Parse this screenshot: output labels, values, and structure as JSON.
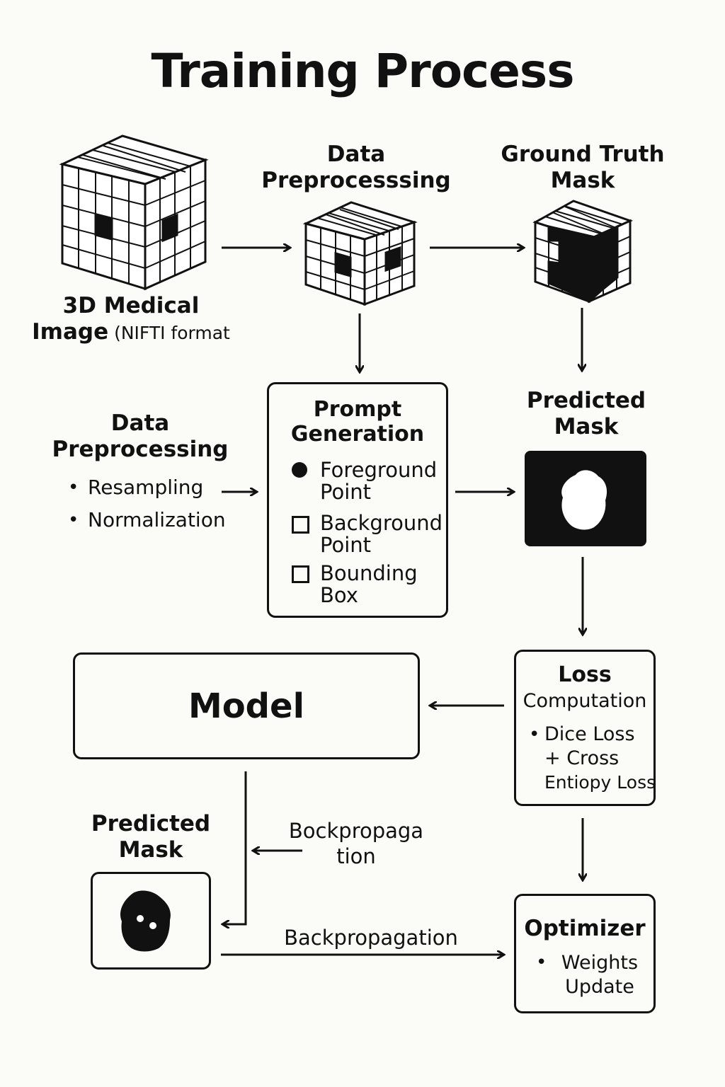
{
  "title": "Training Process",
  "input_image": {
    "label_line1": "3D Medical",
    "label_line2_bold": "Image",
    "label_line2_rest": " (NIFTI format"
  },
  "top_preprocessing": {
    "label_line1": "Data",
    "label_line2": "Preprocesssing"
  },
  "ground_truth": {
    "label_line1": "Ground Truth",
    "label_line2": "Mask"
  },
  "side_preprocessing": {
    "title_line1": "Data",
    "title_line2": "Preprocessing",
    "items": [
      "Resampling",
      "Normalization"
    ]
  },
  "prompt_generation": {
    "title_line1": "Prompt",
    "title_line2": "Generation",
    "items": [
      {
        "line1": "Foreground",
        "line2": "Point",
        "icon": "filled-circle"
      },
      {
        "line1": "Background",
        "line2": "Point",
        "icon": "empty-square"
      },
      {
        "line1": "Bounding",
        "line2": "Box",
        "icon": "empty-square"
      }
    ]
  },
  "predicted_mask_top": {
    "label_line1": "Predicted",
    "label_line2": "Mask"
  },
  "loss": {
    "title": "Loss",
    "subtitle": "Computation",
    "item_line1": "Dice Loss",
    "item_line2": "+ Cross",
    "item_line3": "Entiopy Loss"
  },
  "model": {
    "label": "Model"
  },
  "predicted_mask_bottom": {
    "label_line1": "Predicted",
    "label_line2": "Mask"
  },
  "backprop_upper": {
    "line1": "Bοckpropaga",
    "line2": "tion"
  },
  "backprop_lower": "Backpropagation",
  "optimizer": {
    "title": "Optimizer",
    "item_line1": "Weights",
    "item_line2": "Update"
  },
  "colors": {
    "ink": "#111111",
    "background": "#fbfbf8"
  }
}
